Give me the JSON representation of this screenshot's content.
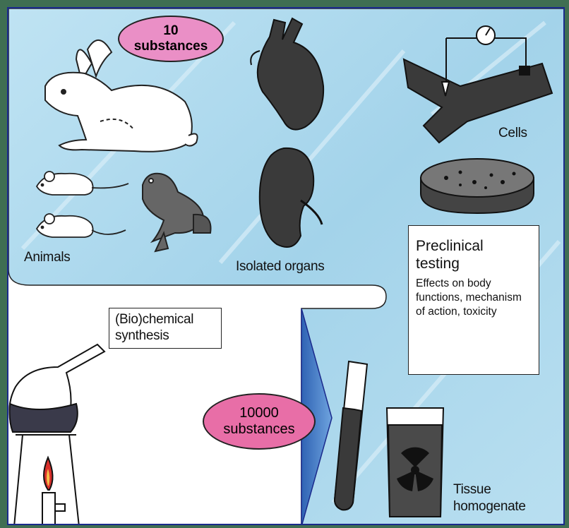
{
  "badges": {
    "top": {
      "count": "10",
      "unit": "substances",
      "color": "#ea8fc6"
    },
    "bottom": {
      "count": "10000",
      "unit": "substances",
      "color": "#e86ea7"
    }
  },
  "labels": {
    "animals": "Animals",
    "isolated_organs": "Isolated organs",
    "cells": "Cells",
    "synthesis": "(Bio)chemical synthesis",
    "tissue": "Tissue homogenate"
  },
  "preclinical": {
    "title": "Preclinical testing",
    "detail": "Effects on body functions, mechanism of action, toxicity"
  },
  "colors": {
    "background": "#3f6e52",
    "sky": "#a9d7ec",
    "arrow": "#3f78c0",
    "border": "#1a2a8c"
  },
  "icons": [
    "rabbit-icon",
    "mouse-icon",
    "frog-icon",
    "heart-icon",
    "kidney-icon",
    "blood-vessel-icon",
    "petri-dish-icon",
    "flask-icon",
    "burner-icon",
    "test-tube-icon",
    "radioactive-beaker-icon"
  ]
}
